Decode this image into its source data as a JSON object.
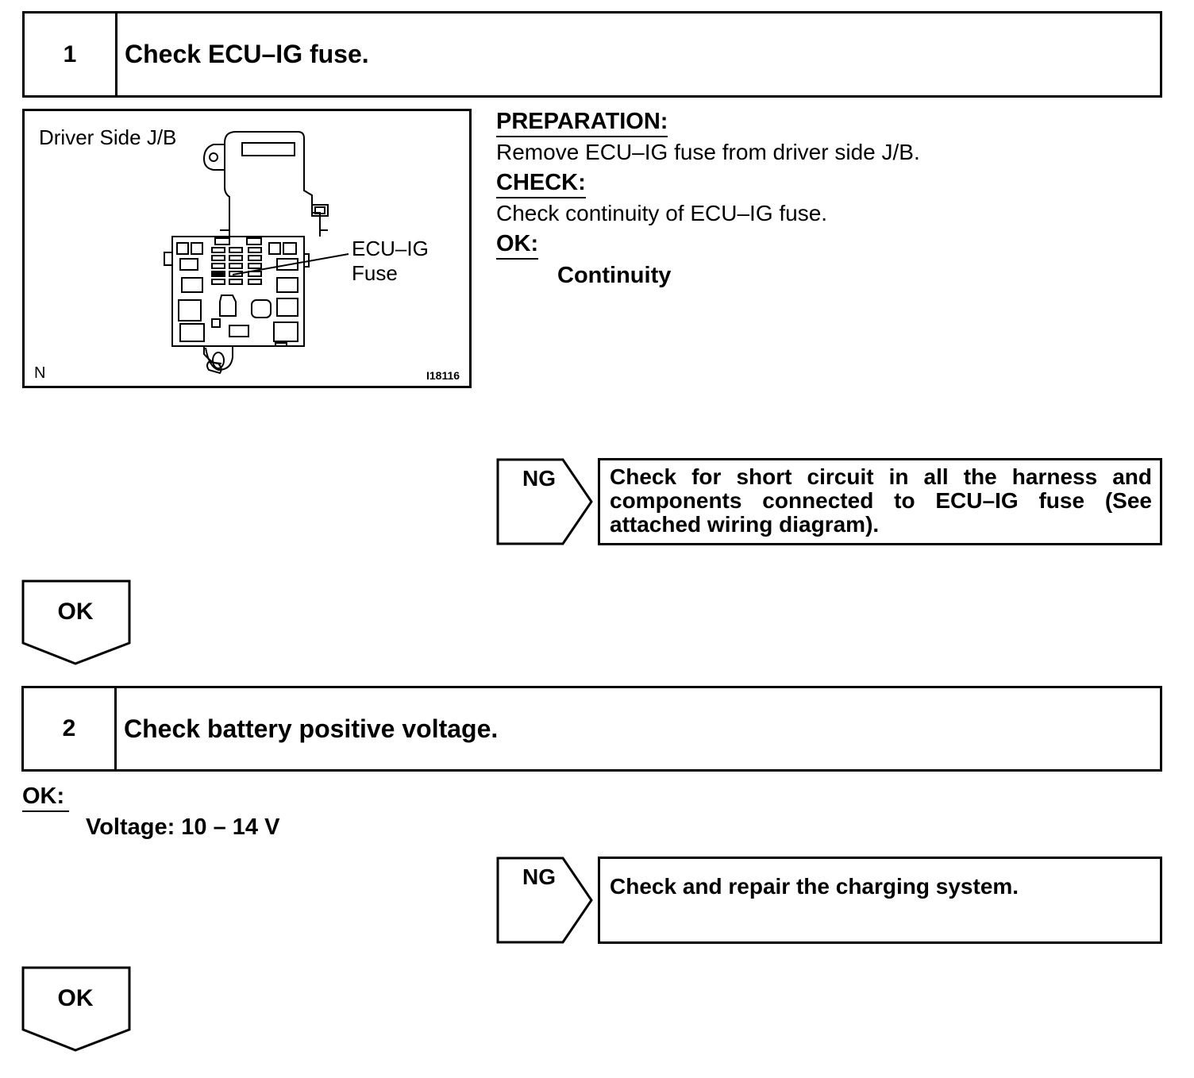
{
  "steps": [
    {
      "number": "1",
      "title": "Check ECU–IG fuse.",
      "figure": {
        "caption": "Driver Side J/B",
        "callout": [
          "ECU–IG",
          "Fuse"
        ],
        "corner_left": "N",
        "corner_right": "I18116"
      },
      "preparation_heading": "PREPARATION:",
      "preparation_text": "Remove ECU–IG fuse from driver side J/B.",
      "check_heading": "CHECK:",
      "check_text": "Check continuity of ECU–IG fuse.",
      "ok_heading": "OK:",
      "ok_value": "Continuity",
      "ng_label": "NG",
      "ng_result": "Check for short circuit in all the harness and components connected to ECU–IG fuse (See attached wiring diagram).",
      "ok_label": "OK"
    },
    {
      "number": "2",
      "title": "Check battery positive voltage.",
      "ok_heading": "OK:",
      "ok_value": "Voltage: 10 – 14 V",
      "ng_label": "NG",
      "ng_result": "Check and repair the charging system.",
      "ok_label": "OK"
    }
  ]
}
